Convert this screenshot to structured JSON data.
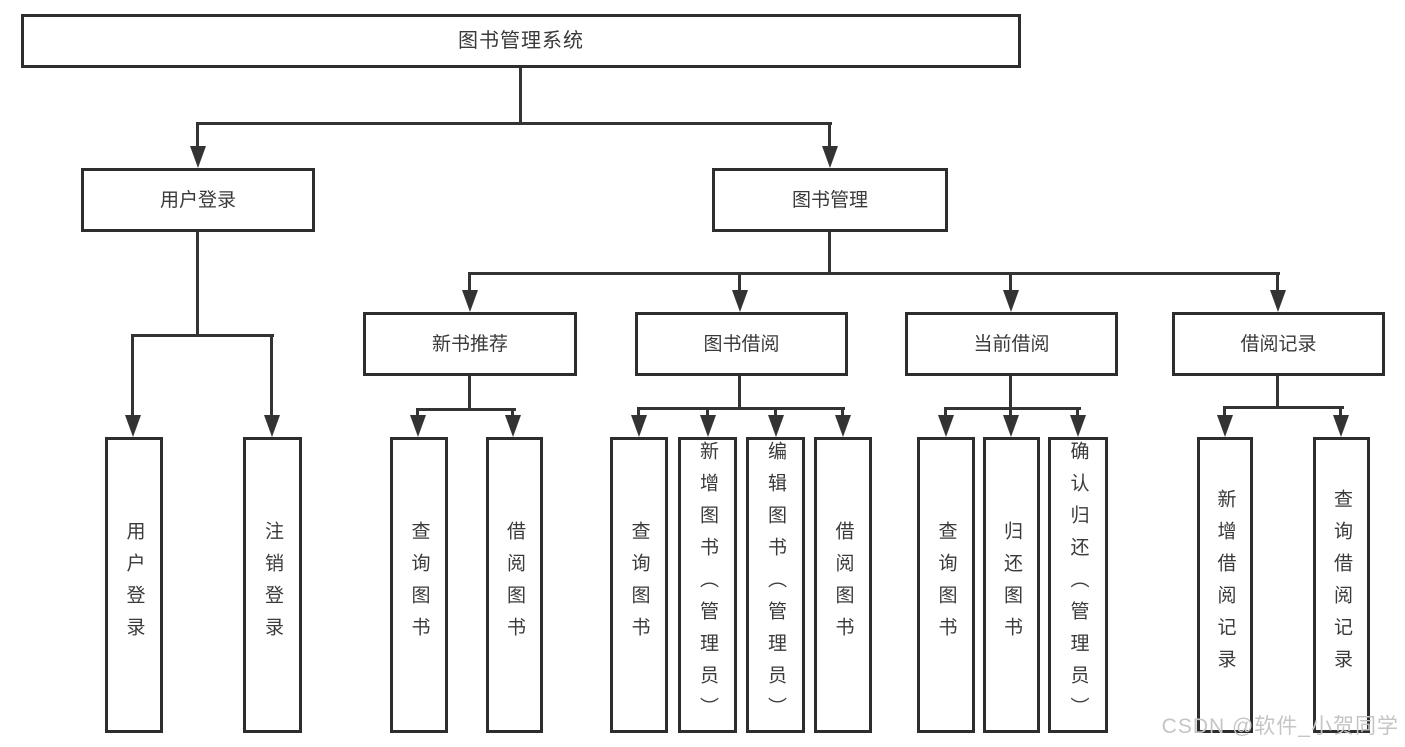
{
  "root": "图书管理系统",
  "branches": [
    "用户登录",
    "图书管理"
  ],
  "sections": [
    "新书推荐",
    "图书借阅",
    "当前借阅",
    "借阅记录"
  ],
  "leaves": [
    "用户登录",
    "注销登录",
    "查询图书",
    "借阅图书",
    "查询图书",
    "新增图书（管理员）",
    "编辑图书（管理员）",
    "借阅图书",
    "查询图书",
    "归还图书",
    "确认归还（管理员）",
    "新增借阅记录",
    "查询借阅记录"
  ],
  "watermark": "CSDN @软件_小贺同学",
  "colors": {
    "line": "#333333",
    "border": "#2d2d2d",
    "text": "#3a3a3a",
    "watermark": "#c5c5c5",
    "background": "#ffffff"
  }
}
